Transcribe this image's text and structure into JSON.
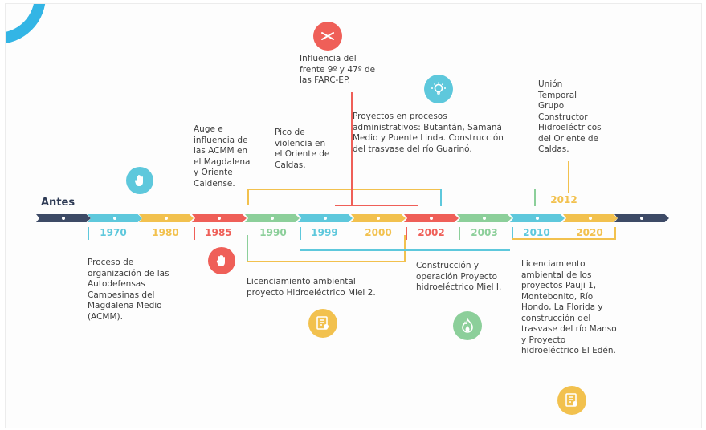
{
  "antes": "Antes",
  "years": [
    {
      "label": "1970",
      "color": "#5ec8dc",
      "textColor": "#5ec8dc"
    },
    {
      "label": "1980",
      "color": "#f2c14e",
      "textColor": "#f2c14e"
    },
    {
      "label": "1985",
      "color": "#ef5f58",
      "textColor": "#ef5f58"
    },
    {
      "label": "1990",
      "color": "#8ccf9a",
      "textColor": "#8ccf9a"
    },
    {
      "label": "1999",
      "color": "#5ec8dc",
      "textColor": "#5ec8dc"
    },
    {
      "label": "2000",
      "color": "#f2c14e",
      "textColor": "#f2c14e"
    },
    {
      "label": "2002",
      "color": "#ef5f58",
      "textColor": "#ef5f58"
    },
    {
      "label": "2003",
      "color": "#8ccf9a",
      "textColor": "#8ccf9a"
    },
    {
      "label": "2010",
      "color": "#5ec8dc",
      "textColor": "#5ec8dc"
    },
    {
      "label": "2020",
      "color": "#f2c14e",
      "textColor": "#f2c14e"
    }
  ],
  "year_2012": "2012",
  "events": {
    "acmm_org": "Proceso de\norganización de las\nAutodefensas\nCampesinas del\nMagdalena Medio\n(ACMM).",
    "auge": "Auge e\ninfluencia de\nlas ACMM en\nel Magdalena\ny Oriente\nCaldense.",
    "pico": "Pico de\nviolencia en\nel Oriente de\nCaldas.",
    "farc": "Influencia del\nfrente 9º y 47º de\nlas FARC-EP.",
    "proyectos": "Proyectos en procesos\nadministrativos: Butantán, Samaná\nMedio y Puente Linda. Construcción\ndel trasvase del río Guarinó.",
    "union": "Unión\nTemporal\nGrupo\nConstructor\nHidroeléctricos\ndel Oriente de\nCaldas.",
    "miel2": "Licenciamiento ambiental\nproyecto Hidroeléctrico Miel 2.",
    "miel1": "Construcción y\noperación Proyecto\nhidroeléctrico Miel I.",
    "licencias": "Licenciamiento\nambiental de los\nproyectos Pauji 1,\nMontebonito, Río\nHondo, La Florida y\nconstrucción del\ntrasvase del río Manso\ny Proyecto\nhidroeléctrico El Edén."
  },
  "icons": [
    {
      "name": "raised-hand-icon",
      "color": "#5ec8dc"
    },
    {
      "name": "raised-hand-icon",
      "color": "#ef5f58"
    },
    {
      "name": "crossed-rifles-icon",
      "color": "#ef5f58"
    },
    {
      "name": "lightbulb-icon",
      "color": "#5ec8dc"
    },
    {
      "name": "certificate-icon",
      "color": "#f2c14e"
    },
    {
      "name": "flame-icon",
      "color": "#8ccf9a"
    },
    {
      "name": "certificate-icon",
      "color": "#f2c14e"
    }
  ],
  "colors": {
    "navy": "#3d4a66",
    "blue": "#5ec8dc",
    "yellow": "#f2c14e",
    "red": "#ef5f58",
    "green": "#8ccf9a"
  }
}
